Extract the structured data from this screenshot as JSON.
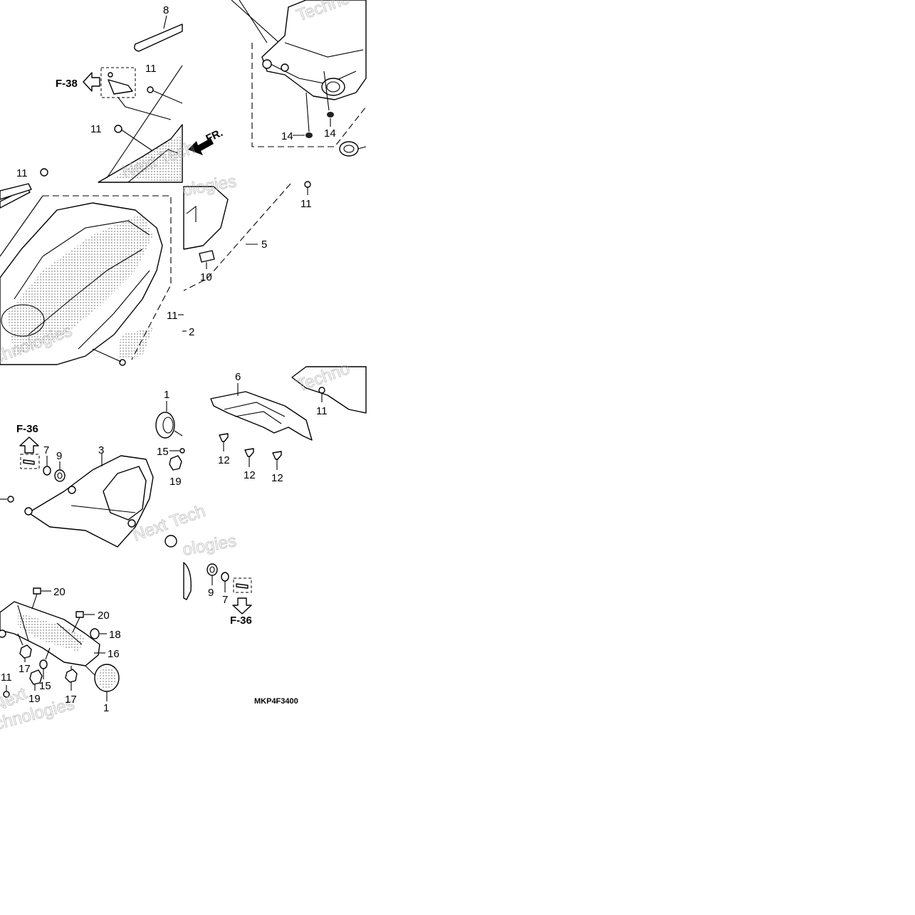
{
  "diagram": {
    "drawing_code": "MKP4F3400",
    "direction_label": "FR.",
    "callouts": [
      {
        "id": "c8",
        "text": "8"
      },
      {
        "id": "c11a",
        "text": "11"
      },
      {
        "id": "c11b",
        "text": "11"
      },
      {
        "id": "c11c",
        "text": "11"
      },
      {
        "id": "c14a",
        "text": "14"
      },
      {
        "id": "c14b",
        "text": "14"
      },
      {
        "id": "c11d",
        "text": "11"
      },
      {
        "id": "c5",
        "text": "5"
      },
      {
        "id": "c10",
        "text": "10"
      },
      {
        "id": "c11e",
        "text": "11"
      },
      {
        "id": "c2",
        "text": "2"
      },
      {
        "id": "c1a",
        "text": "1"
      },
      {
        "id": "c7a",
        "text": "7"
      },
      {
        "id": "c9a",
        "text": "9"
      },
      {
        "id": "c3",
        "text": "3"
      },
      {
        "id": "c15a",
        "text": "15"
      },
      {
        "id": "c19a",
        "text": "19"
      },
      {
        "id": "c6",
        "text": "6"
      },
      {
        "id": "c11f",
        "text": "11"
      },
      {
        "id": "c12a",
        "text": "12"
      },
      {
        "id": "c12b",
        "text": "12"
      },
      {
        "id": "c12c",
        "text": "12"
      },
      {
        "id": "c9b",
        "text": "9"
      },
      {
        "id": "c7b",
        "text": "7"
      },
      {
        "id": "c20a",
        "text": "20"
      },
      {
        "id": "c20b",
        "text": "20"
      },
      {
        "id": "c18",
        "text": "18"
      },
      {
        "id": "c16",
        "text": "16"
      },
      {
        "id": "c17a",
        "text": "17"
      },
      {
        "id": "c15b",
        "text": "15"
      },
      {
        "id": "c17b",
        "text": "17"
      },
      {
        "id": "c11g",
        "text": "11"
      },
      {
        "id": "c19b",
        "text": "19"
      },
      {
        "id": "c1b",
        "text": "1"
      }
    ],
    "references": [
      {
        "id": "r38",
        "text": "F-38"
      },
      {
        "id": "r36a",
        "text": "F-36"
      },
      {
        "id": "r36b",
        "text": "F-36"
      }
    ]
  }
}
